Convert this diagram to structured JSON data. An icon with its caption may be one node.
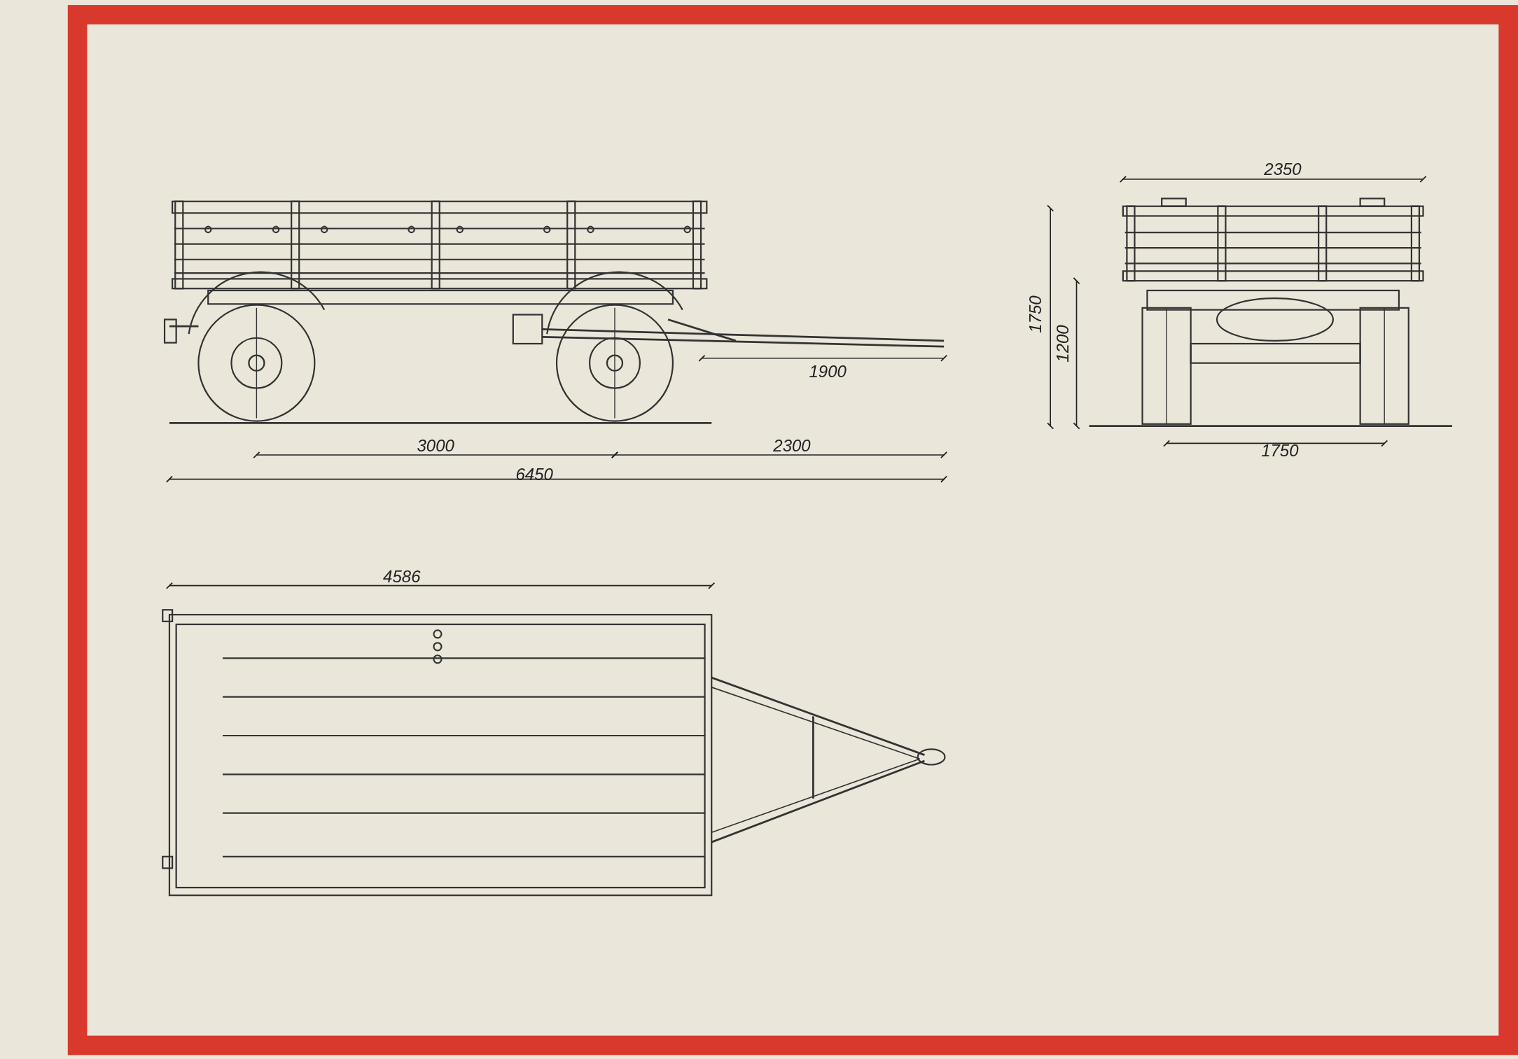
{
  "diagram": {
    "labels": [
      "2350",
      "1750",
      "1200",
      "1900",
      "3000",
      "2300",
      "1750",
      "6450",
      "4586"
    ]
  }
}
